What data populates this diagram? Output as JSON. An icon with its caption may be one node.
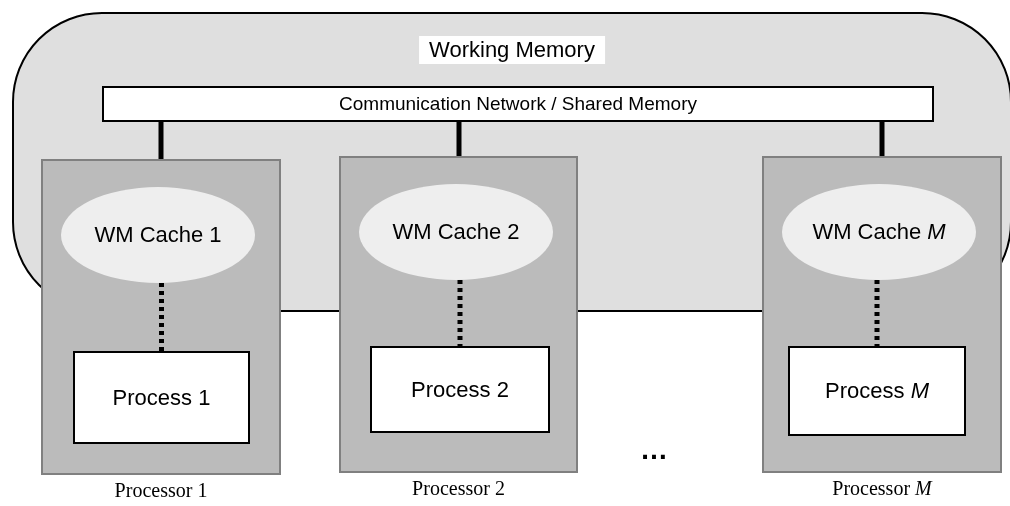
{
  "diagram": {
    "nodes": [
      {
        "text": [
          "Working Memory"
        ]
      },
      {
        "text": [
          "Communication Network / Shared Memory"
        ],
        "in": 0
      },
      {
        "text": [],
        "shape": "box",
        "beside": [
          "Processor 1"
        ]
      },
      {
        "text": [
          "WM Cache 1"
        ]
      },
      {
        "text": [
          "Process 1"
        ],
        "in": 2
      },
      {
        "text": [],
        "shape": "box",
        "beside": [
          "Processor 2"
        ]
      },
      {
        "text": [
          "WM Cache 2"
        ]
      },
      {
        "text": [
          "Process 2"
        ],
        "in": 5
      },
      {
        "text": [],
        "shape": "box",
        "beside": [
          "Processor *M*"
        ]
      },
      {
        "text": [
          "WM Cache *M*"
        ]
      },
      {
        "text": [
          "Process *M*"
        ],
        "in": 8
      }
    ],
    "edges": [
      {
        "from": 1,
        "to": 2,
        "arrow": "none"
      },
      {
        "from": 1,
        "to": 5,
        "arrow": "none"
      },
      {
        "from": 1,
        "to": 8,
        "arrow": "none"
      },
      {
        "from": 3,
        "to": 4,
        "arrow": "none",
        "style": "dashed"
      },
      {
        "from": 6,
        "to": 7,
        "arrow": "none",
        "style": "dashed"
      },
      {
        "from": 9,
        "to": 10,
        "arrow": "none",
        "style": "dashed"
      }
    ],
    "labels": [
      "…"
    ]
  }
}
